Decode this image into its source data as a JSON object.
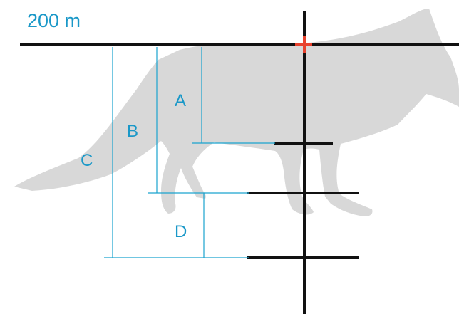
{
  "distance_label": "200 m",
  "holdover_labels": {
    "a": "A",
    "b": "B",
    "c": "C",
    "d": "D"
  },
  "colors": {
    "reticle": "#111111",
    "crosshair_center": "#e8432e",
    "dimension_lines": "#1aa3cf",
    "label_text": "#1a98c8",
    "fox_silhouette": "#d8d8d8"
  },
  "icons": {
    "silhouette": "fox-silhouette",
    "aim_point": "red-cross-aim-point"
  }
}
